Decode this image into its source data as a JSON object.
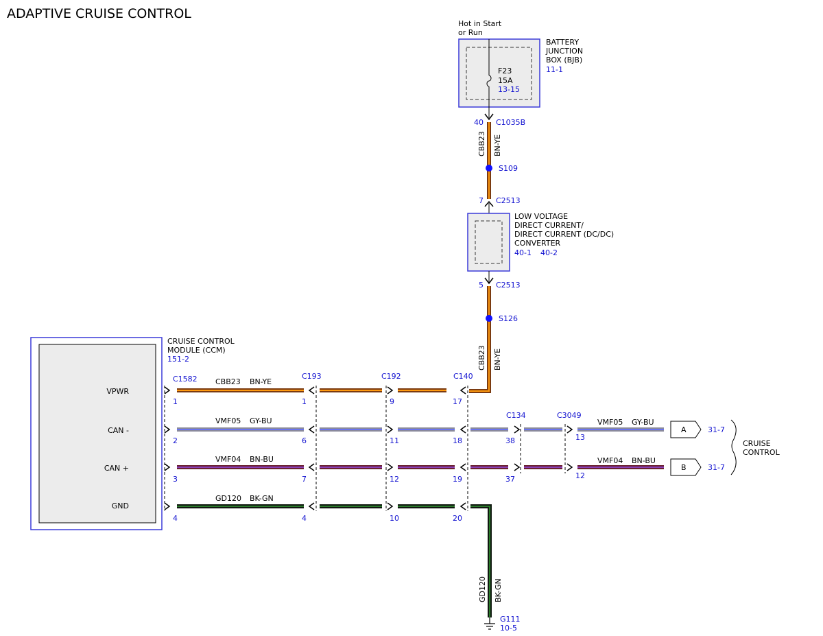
{
  "title": "ADAPTIVE CRUISE CONTROL",
  "bjb": {
    "hot_line1": "Hot in Start",
    "hot_line2": "or Run",
    "name1": "BATTERY",
    "name2": "JUNCTION",
    "name3": "BOX (BJB)",
    "ref": "11-1",
    "fuse": "F23",
    "fuse_amp": "15A",
    "fuse_ref": "13-15",
    "pin": "40",
    "connector": "C1035B"
  },
  "feed_top": {
    "circuit": "CBB23",
    "color": "BN-YE",
    "splice": "S109"
  },
  "dcdc": {
    "pin_in": "7",
    "conn_in": "C2513",
    "line1": "LOW VOLTAGE",
    "line2": "DIRECT CURRENT/",
    "line3": "DIRECT CURRENT (DC/DC)",
    "line4": "CONVERTER",
    "ref1": "40-1",
    "ref2": "40-2",
    "pin_out": "5",
    "conn_out": "C2513"
  },
  "feed_bottom": {
    "splice": "S126",
    "circuit": "CBB23",
    "color": "BN-YE"
  },
  "ccm": {
    "line1": "CRUISE CONTROL",
    "line2": "MODULE (CCM)",
    "ref": "151-2",
    "pins": [
      "VPWR",
      "CAN -",
      "CAN +",
      "GND"
    ]
  },
  "connectors": {
    "c1582": "C1582",
    "c193": "C193",
    "c192": "C192",
    "c140": "C140",
    "c134": "C134",
    "c3049": "C3049"
  },
  "rows": [
    {
      "circuit": "CBB23",
      "color": "BN-YE",
      "pins": [
        "1",
        "1",
        "9",
        "17"
      ]
    },
    {
      "circuit": "VMF05",
      "color": "GY-BU",
      "pins": [
        "2",
        "6",
        "11",
        "18",
        "38",
        "13"
      ],
      "right_circuit": "VMF05",
      "right_color": "GY-BU",
      "tag": "A",
      "ref": "31-7"
    },
    {
      "circuit": "VMF04",
      "color": "BN-BU",
      "pins": [
        "3",
        "7",
        "12",
        "19",
        "37",
        "12"
      ],
      "right_circuit": "VMF04",
      "right_color": "BN-BU",
      "tag": "B",
      "ref": "31-7"
    },
    {
      "circuit": "GD120",
      "color": "BK-GN",
      "pins": [
        "4",
        "4",
        "10",
        "20"
      ]
    }
  ],
  "cruise": {
    "line1": "CRUISE",
    "line2": "CONTROL"
  },
  "ground": {
    "circuit": "GD120",
    "color": "BK-GN",
    "name": "G111",
    "ref": "10-5"
  },
  "wire_colors": {
    "bn_ye_outer": "#7a3a10",
    "bn_ye_inner": "#ff9a10",
    "gy_bu_outer": "#8a8a9a",
    "gy_bu_inner": "#6a74f0",
    "bn_bu_outer": "#6a2030",
    "bn_bu_inner": "#8a40b8",
    "bk_gn_outer": "#101810",
    "bk_gn_inner": "#2a7a2a",
    "module_border": "#3a3ad8",
    "module_fill": "#ececec"
  }
}
